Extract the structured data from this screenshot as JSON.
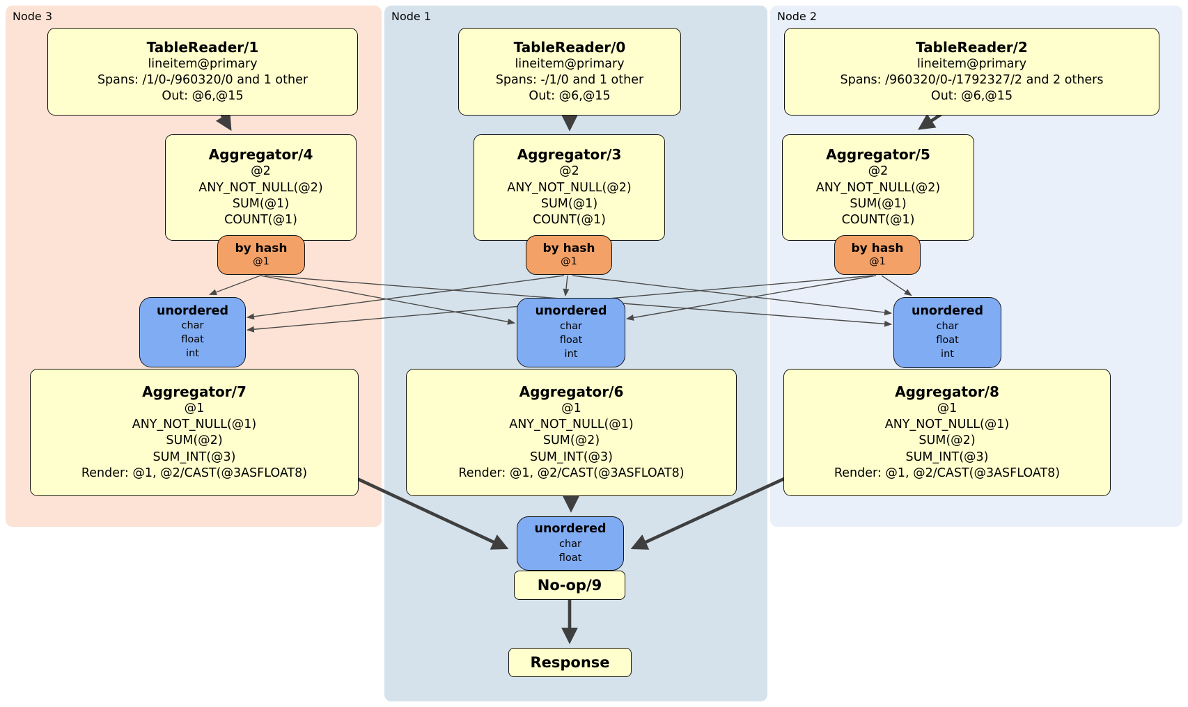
{
  "colors": {
    "node3_bg": "#fce3d5",
    "node1_bg": "#d5e2eb",
    "node2_bg": "#eaf0f9",
    "processor_box": "#ffffcd",
    "router_box": "#f4a167",
    "sync_box": "#80acf3",
    "edge": "#3f3f3f"
  },
  "node3": {
    "label": "Node 3",
    "tablereader": {
      "title": "TableReader/1",
      "lines": [
        "lineitem@primary",
        "Spans: /1/0-/960320/0 and 1 other",
        "Out: @6,@15"
      ]
    },
    "aggregator_top": {
      "title": "Aggregator/4",
      "lines": [
        "@2",
        "ANY_NOT_NULL(@2)",
        "SUM(@1)",
        "COUNT(@1)"
      ]
    },
    "router": {
      "title": "by hash",
      "detail": "@1"
    },
    "sync": {
      "title": "unordered",
      "lines": [
        "char",
        "float",
        "int"
      ]
    },
    "aggregator_bottom": {
      "title": "Aggregator/7",
      "lines": [
        "@1",
        "ANY_NOT_NULL(@1)",
        "SUM(@2)",
        "SUM_INT(@3)",
        "Render: @1, @2/CAST(@3ASFLOAT8)"
      ]
    }
  },
  "node1": {
    "label": "Node 1",
    "tablereader": {
      "title": "TableReader/0",
      "lines": [
        "lineitem@primary",
        "Spans: -/1/0 and 1 other",
        "Out: @6,@15"
      ]
    },
    "aggregator_top": {
      "title": "Aggregator/3",
      "lines": [
        "@2",
        "ANY_NOT_NULL(@2)",
        "SUM(@1)",
        "COUNT(@1)"
      ]
    },
    "router": {
      "title": "by hash",
      "detail": "@1"
    },
    "sync": {
      "title": "unordered",
      "lines": [
        "char",
        "float",
        "int"
      ]
    },
    "aggregator_bottom": {
      "title": "Aggregator/6",
      "lines": [
        "@1",
        "ANY_NOT_NULL(@1)",
        "SUM(@2)",
        "SUM_INT(@3)",
        "Render: @1, @2/CAST(@3ASFLOAT8)"
      ]
    },
    "final_sync": {
      "title": "unordered",
      "lines": [
        "char",
        "float"
      ]
    },
    "noop": {
      "title": "No-op/9"
    },
    "response": {
      "title": "Response"
    }
  },
  "node2": {
    "label": "Node 2",
    "tablereader": {
      "title": "TableReader/2",
      "lines": [
        "lineitem@primary",
        "Spans: /960320/0-/1792327/2 and 2 others",
        "Out: @6,@15"
      ]
    },
    "aggregator_top": {
      "title": "Aggregator/5",
      "lines": [
        "@2",
        "ANY_NOT_NULL(@2)",
        "SUM(@1)",
        "COUNT(@1)"
      ]
    },
    "router": {
      "title": "by hash",
      "detail": "@1"
    },
    "sync": {
      "title": "unordered",
      "lines": [
        "char",
        "float",
        "int"
      ]
    },
    "aggregator_bottom": {
      "title": "Aggregator/8",
      "lines": [
        "@1",
        "ANY_NOT_NULL(@1)",
        "SUM(@2)",
        "SUM_INT(@3)",
        "Render: @1, @2/CAST(@3ASFLOAT8)"
      ]
    }
  }
}
